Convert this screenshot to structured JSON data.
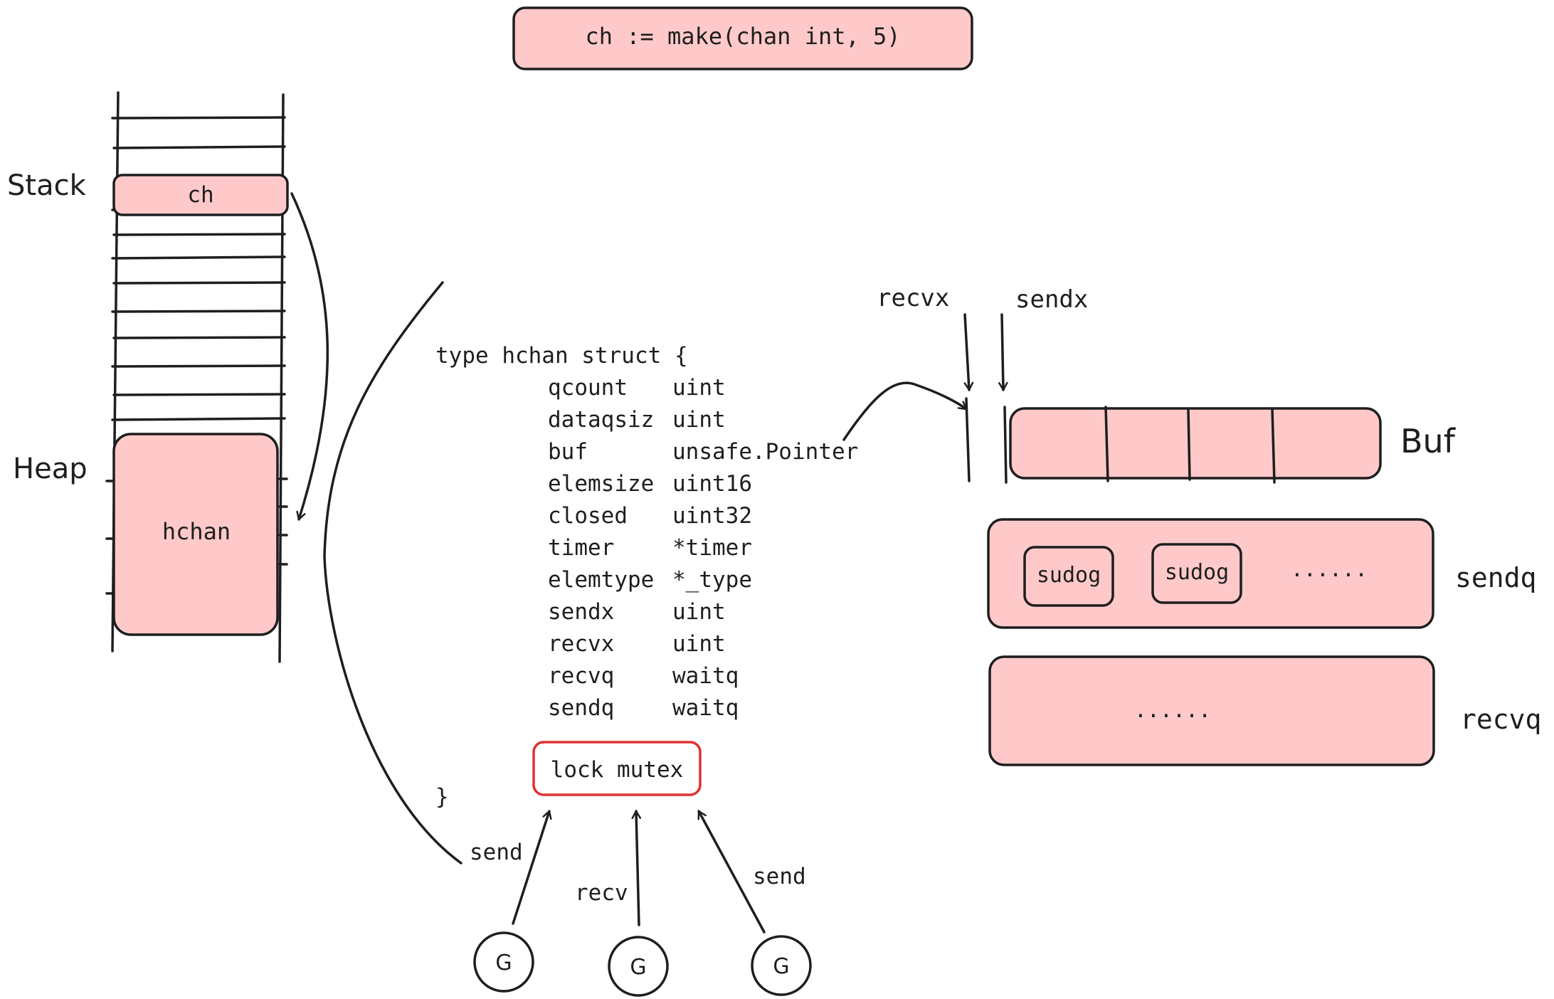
{
  "title_box": {
    "text": "ch := make(chan int, 5)"
  },
  "memory": {
    "stack_label": "Stack",
    "heap_label": "Heap",
    "ch_label": "ch",
    "hchan_label": "hchan"
  },
  "struct": {
    "header": "type hchan struct {",
    "fields": [
      {
        "name": "qcount",
        "type": "uint"
      },
      {
        "name": "dataqsiz",
        "type": "uint"
      },
      {
        "name": "buf",
        "type": "unsafe.Pointer"
      },
      {
        "name": "elemsize",
        "type": "uint16"
      },
      {
        "name": "closed",
        "type": "uint32"
      },
      {
        "name": "timer",
        "type": "*timer"
      },
      {
        "name": "elemtype",
        "type": "*_type"
      },
      {
        "name": "sendx",
        "type": "uint"
      },
      {
        "name": "recvx",
        "type": "uint"
      },
      {
        "name": "recvq",
        "type": "waitq"
      },
      {
        "name": "sendq",
        "type": "waitq"
      }
    ],
    "lock": "lock mutex",
    "closing": "}"
  },
  "buffer": {
    "label": "Buf",
    "recvx_label": "recvx",
    "sendx_label": "sendx"
  },
  "sendq": {
    "label": "sendq",
    "items": [
      "sudog",
      "sudog"
    ],
    "ellipsis": "......"
  },
  "recvq": {
    "label": "recvq",
    "ellipsis": "......"
  },
  "goroutines": {
    "g1": {
      "label": "G",
      "edge": "send"
    },
    "g2": {
      "label": "G",
      "edge": "recv"
    },
    "g3": {
      "label": "G",
      "edge": "send"
    }
  },
  "colors": {
    "fill": "#ffc9c9",
    "stroke": "#1e1e1e",
    "lock_stroke": "#e03131"
  }
}
